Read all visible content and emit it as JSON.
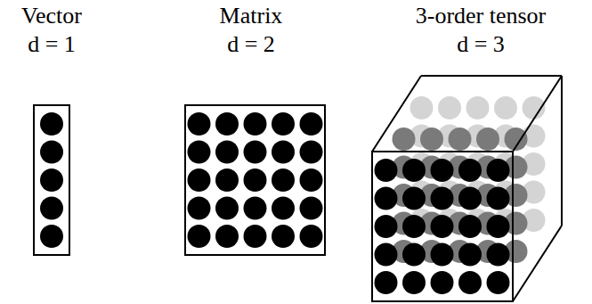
{
  "diagram": {
    "nodes": [
      {
        "text": [
          "Vector",
          "d = 1"
        ]
      },
      {
        "text": [
          "Matrix",
          "d = 2"
        ]
      },
      {
        "text": [
          "3-order tensor",
          "d = 3"
        ]
      }
    ]
  }
}
